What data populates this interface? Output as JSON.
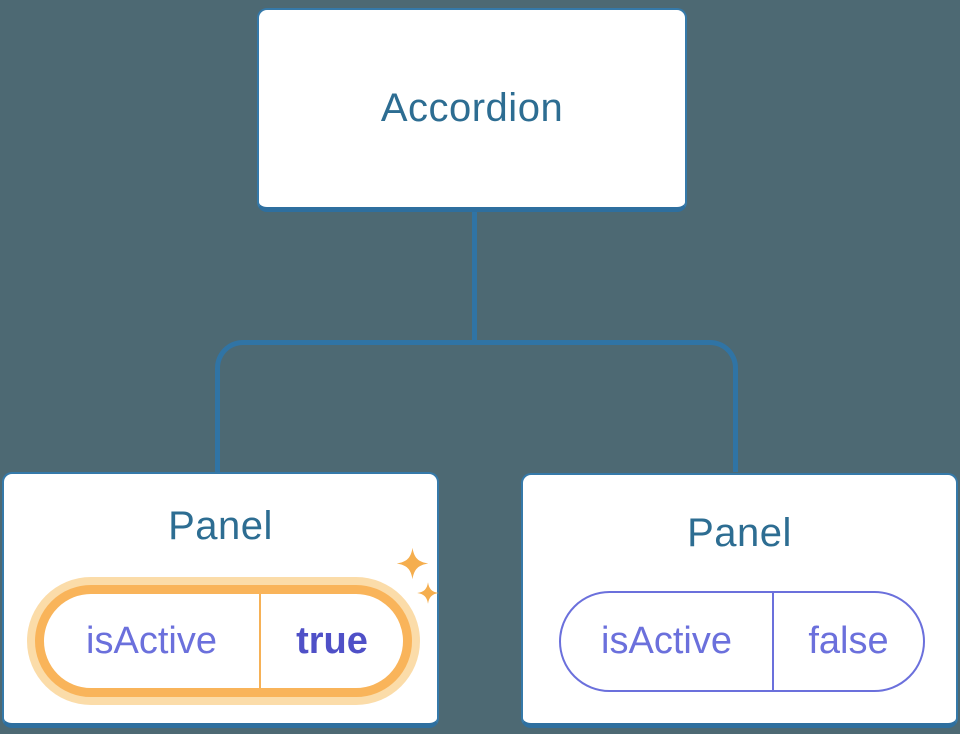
{
  "diagram": {
    "description": "Component tree showing an Accordion parent with two Panel children and their isActive prop state",
    "root_node": {
      "label": "Accordion"
    },
    "panels": [
      {
        "title": "Panel",
        "prop_name": "isActive",
        "prop_value": "true",
        "state": "active",
        "highlighted": true
      },
      {
        "title": "Panel",
        "prop_name": "isActive",
        "prop_value": "false",
        "state": "inactive",
        "highlighted": false
      }
    ],
    "icons": {
      "sparkle_large": "sparkle-icon",
      "sparkle_small": "sparkle-icon"
    },
    "colors": {
      "background": "#4D6973",
      "node_fill": "#FFFFFF",
      "node_border": "#3579A9",
      "node_border_bottom": "#2E6F9F",
      "connector_line": "#3074A5",
      "node_text": "#2D6D92",
      "prop_text": "#6B70DC",
      "prop_value_active_text": "#4F50C7",
      "highlight_border": "#F9B45A",
      "highlight_glow": "#FBDCA9",
      "sparkle": "#F5AE4E"
    }
  }
}
